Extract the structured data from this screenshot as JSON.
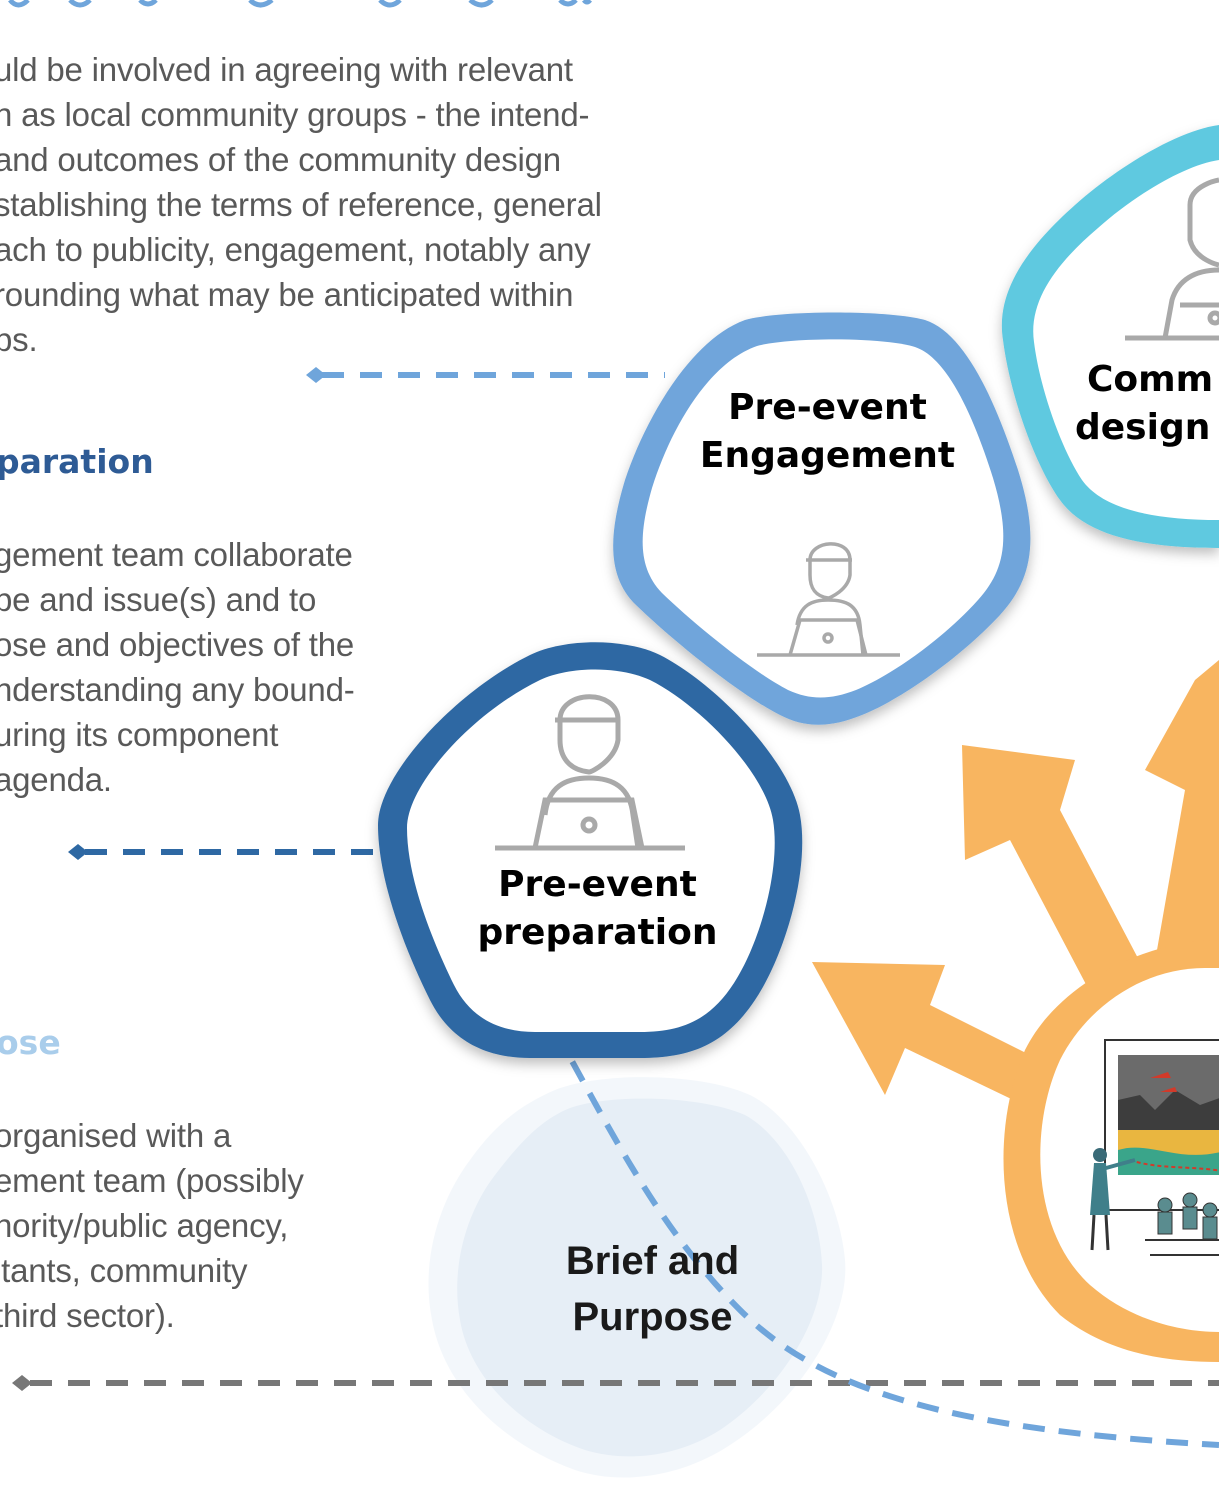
{
  "top_heading_partial": "",
  "sections": [
    {
      "id": "engagement",
      "lines": [
        "uld be involved in agreeing with relevant",
        "n as local community groups - the intend-",
        "and outcomes of the community design",
        "stablishing the terms of reference, general",
        "ach to publicity, engagement, notably any",
        "rounding what may be anticipated within",
        "ps."
      ]
    },
    {
      "id": "preparation",
      "heading": "paration",
      "lines": [
        "gement team collaborate",
        "pe and issue(s) and to",
        "ose and objectives of the",
        "nderstanding any bound-",
        "uring its component",
        "agenda."
      ]
    },
    {
      "id": "brief",
      "heading": "ose",
      "lines": [
        "organised with a",
        "ement team (possibly",
        "hority/public agency,",
        "ltants, community",
        "third sector)."
      ]
    }
  ],
  "nodes": {
    "pre_event_engagement": {
      "line1": "Pre-event",
      "line2": "Engagement"
    },
    "pre_event_preparation": {
      "line1": "Pre-event",
      "line2": "preparation"
    },
    "brief_and_purpose": {
      "line1": "Brief and",
      "line2": "Purpose"
    },
    "community_design": {
      "line1": "Comm",
      "line2": "design"
    }
  },
  "colors": {
    "light_blue": "#6FA5DB",
    "mid_blue": "#2E68A3",
    "cyan": "#5FC9E0",
    "orange": "#F8B560",
    "pale_blue": "#E9F0F7",
    "gray_dash": "#777777",
    "icon_gray": "#A9A9A9",
    "preparation_heading": "#2E5B95",
    "brief_heading": "#A9CDEB"
  },
  "icons": [
    "person-at-laptop-icon",
    "arrow-icon",
    "workshop-illustration"
  ]
}
